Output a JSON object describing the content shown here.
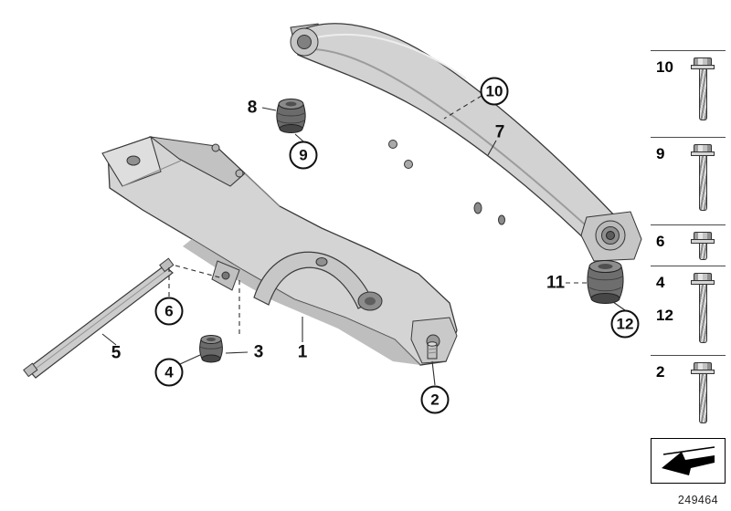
{
  "doc_number": "249464",
  "callouts": [
    {
      "label": "1",
      "circled": false
    },
    {
      "label": "2",
      "circled": true
    },
    {
      "label": "3",
      "circled": false
    },
    {
      "label": "4",
      "circled": true
    },
    {
      "label": "5",
      "circled": false
    },
    {
      "label": "6",
      "circled": true
    },
    {
      "label": "7",
      "circled": false
    },
    {
      "label": "8",
      "circled": false
    },
    {
      "label": "9",
      "circled": true
    },
    {
      "label": "10",
      "circled": true
    },
    {
      "label": "11",
      "circled": false
    },
    {
      "label": "12",
      "circled": true
    }
  ],
  "legend": {
    "rows": [
      {
        "label": "10",
        "icon": "hex-flange-bolt-long"
      },
      {
        "label": "9",
        "icon": "hex-flange-bolt-long"
      },
      {
        "label": "6",
        "icon": "hex-flange-bolt-short"
      },
      {
        "labels": [
          "4",
          "12"
        ],
        "icon": "hex-flange-bolt-long"
      },
      {
        "label": "2",
        "icon": "hex-flange-bolt-medium"
      },
      {
        "icon": "direction-arrow"
      }
    ]
  },
  "colors": {
    "background": "#ffffff",
    "outline": "#333333",
    "metal_light": "#d6d6d6",
    "metal_mid": "#bfbfbf",
    "rubber_dark": "#5a5a5a"
  }
}
